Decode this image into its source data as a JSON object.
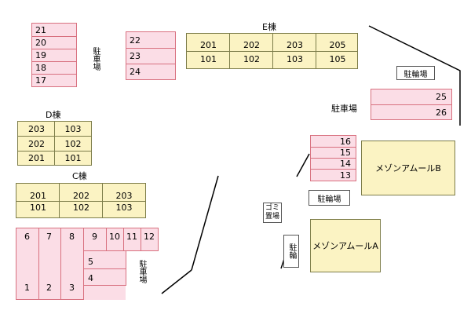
{
  "parking_left": {
    "slots": [
      "21",
      "20",
      "19",
      "18",
      "17"
    ],
    "label": "駐車場"
  },
  "parking_mid": {
    "slots": [
      "22",
      "23",
      "24"
    ]
  },
  "e_block": {
    "title": "E棟",
    "top": [
      "201",
      "202",
      "203",
      "205"
    ],
    "bottom": [
      "101",
      "102",
      "103",
      "105"
    ]
  },
  "bike_top": "駐輪場",
  "parking_right_label": "駐車場",
  "parking_right": {
    "slots": [
      "25",
      "26"
    ]
  },
  "d_block": {
    "title": "D棟",
    "rows": [
      [
        "203",
        "103"
      ],
      [
        "202",
        "102"
      ],
      [
        "201",
        "101"
      ]
    ]
  },
  "c_block": {
    "title": "C棟",
    "top": [
      "201",
      "202",
      "203"
    ],
    "bottom": [
      "101",
      "102",
      "103"
    ]
  },
  "parking_13_16": {
    "slots": [
      "16",
      "15",
      "14",
      "13"
    ]
  },
  "maison_b": "メゾンアムールB",
  "maison_a": "メゾンアムールA",
  "bike_mid": "駐輪場",
  "garbage": "ゴミ置場",
  "bike_vertical": "駐輪",
  "bottom_parking": {
    "top_row": [
      "6",
      "7",
      "8",
      "9",
      "10",
      "11",
      "12"
    ],
    "bottom_row": [
      "1",
      "2",
      "3"
    ],
    "side": [
      "5",
      "4"
    ],
    "label": "駐車場"
  }
}
